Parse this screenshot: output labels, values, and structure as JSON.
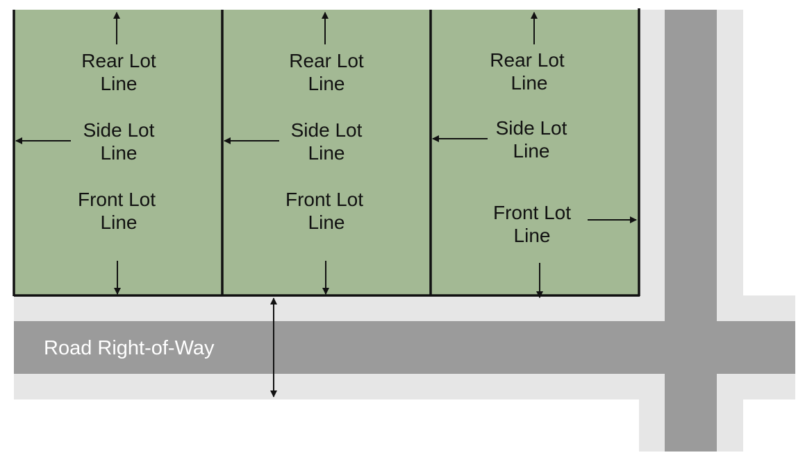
{
  "colors": {
    "lot_fill": "#a3b994",
    "lot_line": "#111111",
    "shoulder": "#e6e6e6",
    "road": "#9b9b9b",
    "road_label": "#ffffff"
  },
  "lots": [
    {
      "rear": [
        "Rear Lot",
        "Line"
      ],
      "side": [
        "Side Lot",
        "Line"
      ],
      "front": [
        "Front Lot",
        "Line"
      ]
    },
    {
      "rear": [
        "Rear Lot",
        "Line"
      ],
      "side": [
        "Side Lot",
        "Line"
      ],
      "front": [
        "Front Lot",
        "Line"
      ]
    },
    {
      "rear": [
        "Rear Lot",
        "Line"
      ],
      "side": [
        "Side Lot",
        "Line"
      ],
      "front": [
        "Front Lot",
        "Line"
      ]
    }
  ],
  "road": {
    "label": "Road Right-of-Way"
  }
}
